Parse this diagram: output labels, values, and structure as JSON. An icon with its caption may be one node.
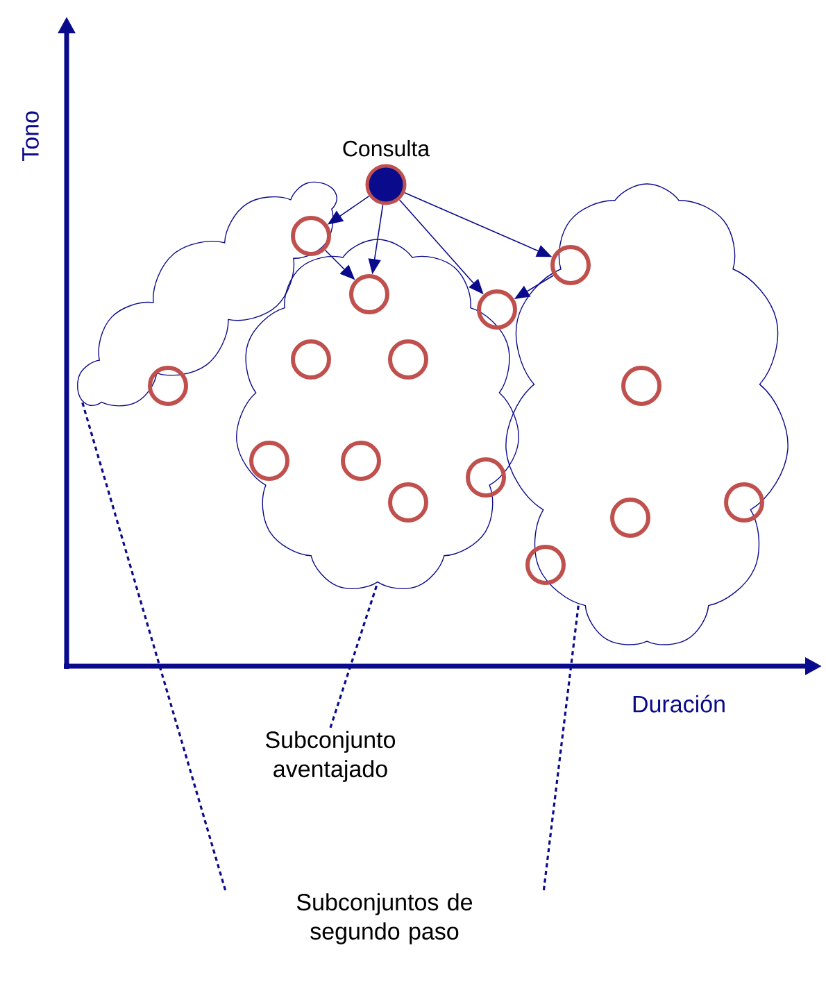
{
  "diagram": {
    "nodes": [
      {
        "text": [
          "Consulta"
        ]
      },
      {
        "text": [],
        "shape": "cloud"
      },
      {
        "text": [],
        "shape": "cloud"
      },
      {
        "text": [],
        "shape": "cloud"
      },
      {
        "text": [],
        "shape": "circle",
        "in": 1
      },
      {
        "text": [],
        "shape": "circle",
        "in": 2
      },
      {
        "text": [],
        "shape": "circle"
      },
      {
        "text": [],
        "shape": "circle",
        "in": 3
      },
      {
        "text": [],
        "shape": "circle",
        "in": 1
      },
      {
        "text": [],
        "shape": "circle",
        "in": 2
      },
      {
        "text": [],
        "shape": "circle",
        "in": 2
      },
      {
        "text": [],
        "shape": "circle",
        "in": 2
      },
      {
        "text": [],
        "shape": "circle",
        "in": 2
      },
      {
        "text": [],
        "shape": "circle",
        "in": 2
      },
      {
        "text": [],
        "shape": "circle",
        "in": 2
      },
      {
        "text": [],
        "shape": "circle",
        "in": 3
      },
      {
        "text": [],
        "shape": "circle",
        "in": 3
      },
      {
        "text": [],
        "shape": "circle",
        "in": 3
      },
      {
        "text": [],
        "shape": "circle",
        "in": 3
      },
      {
        "text": [
          "Subconjunto aventajado"
        ]
      },
      {
        "text": [
          "Subconjuntos de segundo paso"
        ]
      }
    ],
    "edges": [
      {
        "from": 0,
        "to": 4,
        "arrow": "to"
      },
      {
        "from": 0,
        "to": 5,
        "arrow": "to"
      },
      {
        "from": 0,
        "to": 6,
        "arrow": "to"
      },
      {
        "from": 0,
        "to": 7,
        "arrow": "to"
      },
      {
        "from": 4,
        "to": 5,
        "arrow": "to"
      },
      {
        "from": 7,
        "to": 6,
        "arrow": "to"
      },
      {
        "from": 19,
        "to": 2,
        "arrow": "none",
        "style": "dashed"
      },
      {
        "from": 20,
        "to": 1,
        "arrow": "none",
        "style": "dashed"
      },
      {
        "from": 20,
        "to": 3,
        "arrow": "none",
        "style": "dashed"
      }
    ],
    "labels": [
      "Tono",
      "Duración"
    ]
  }
}
